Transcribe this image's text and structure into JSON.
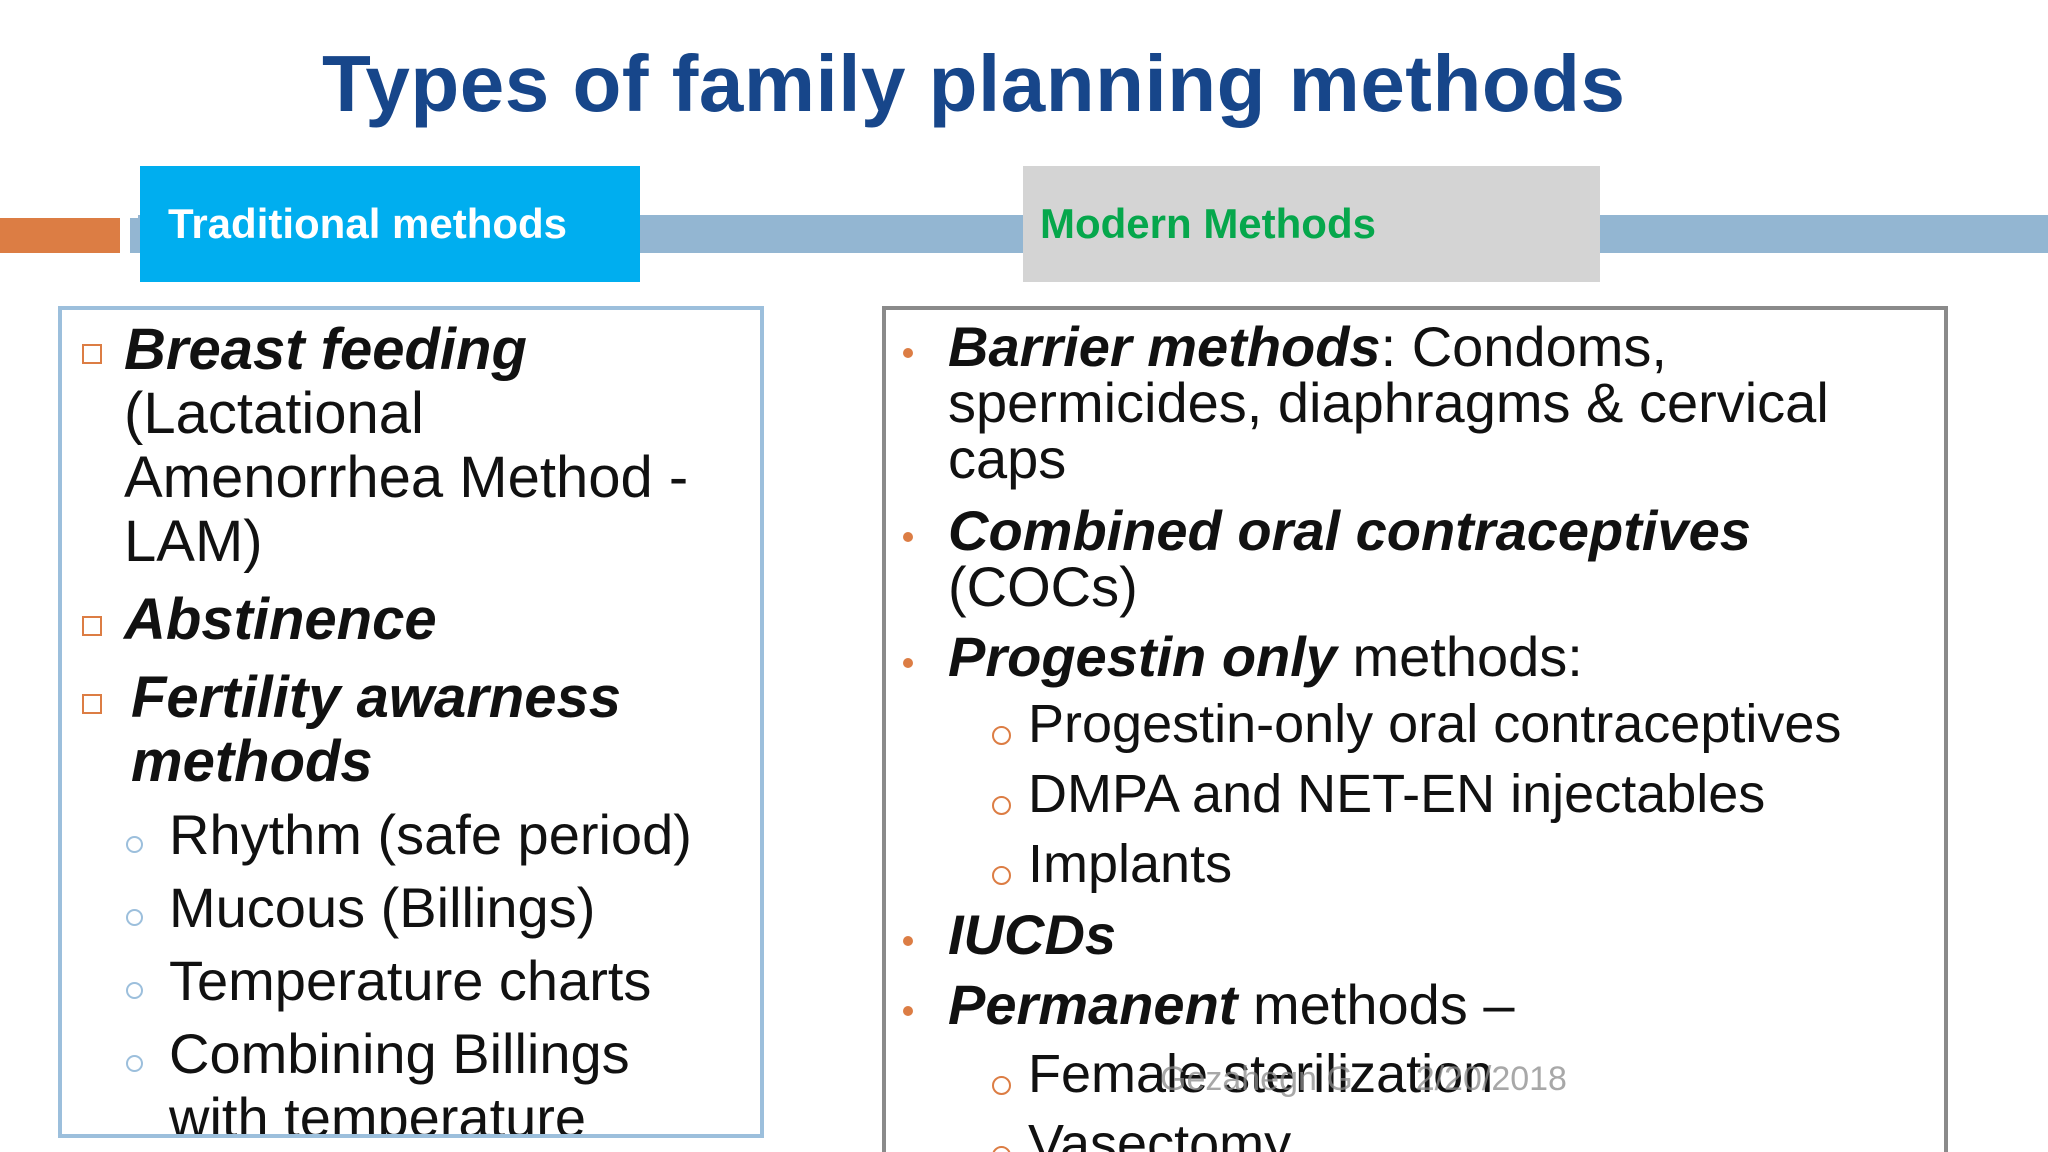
{
  "title": "Types of family planning methods",
  "colors": {
    "title": "#17468a",
    "traditional_header_bg": "#00aeef",
    "modern_header_bg": "#d4d4d4",
    "modern_header_text": "#06a74c",
    "accent_orange": "#dc7d44",
    "bar_blue": "#93b6d2"
  },
  "headers": {
    "traditional": "Traditional methods",
    "modern": "Modern Methods"
  },
  "traditional": {
    "breast_feeding": {
      "title": "Breast feeding",
      "detail_1": "(Lactational",
      "detail_2": "Amenorrhea Method -",
      "detail_3": "LAM)"
    },
    "abstinence": "Abstinence",
    "fertility": {
      "title_1": "Fertility awarness",
      "title_2": "methods",
      "items": [
        "Rhythm (safe period)",
        "Mucous (Billings)",
        "Temperature charts",
        "Combining Billings",
        "with temperature"
      ]
    }
  },
  "modern": {
    "barrier": {
      "title": "Barrier methods",
      "text_1": ": Condoms,",
      "text_2": "spermicides, diaphragms & cervical",
      "text_3": "caps"
    },
    "coc": {
      "title": "Combined oral contraceptives",
      "text": "(COCs)"
    },
    "progestin": {
      "title": "Progestin only",
      "text": " methods:",
      "items": [
        "Progestin-only oral contraceptives",
        "DMPA and NET-EN injectables",
        "Implants"
      ]
    },
    "iucds": "IUCDs",
    "permanent": {
      "title": "Permanent",
      "text": " methods –",
      "items": [
        "Female sterilization",
        "Vasectomy"
      ]
    }
  },
  "footer": {
    "author": "Gezahegn G",
    "date": "2/20/2018"
  }
}
